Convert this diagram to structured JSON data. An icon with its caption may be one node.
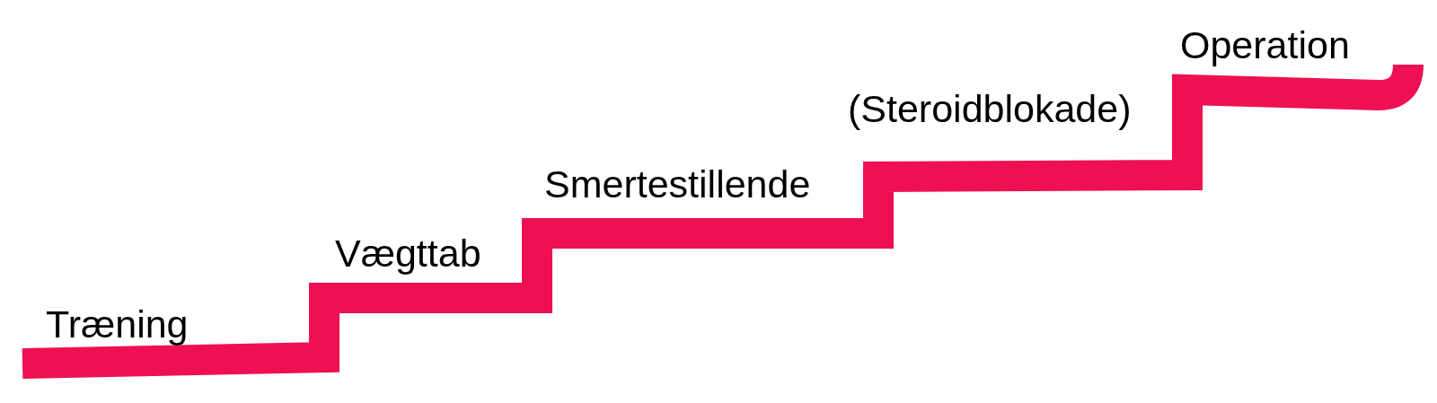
{
  "diagram": {
    "labels": [
      "Træning",
      "Vægttab",
      "Smertestillende",
      "(Steroidblokade)",
      "Operation"
    ]
  }
}
